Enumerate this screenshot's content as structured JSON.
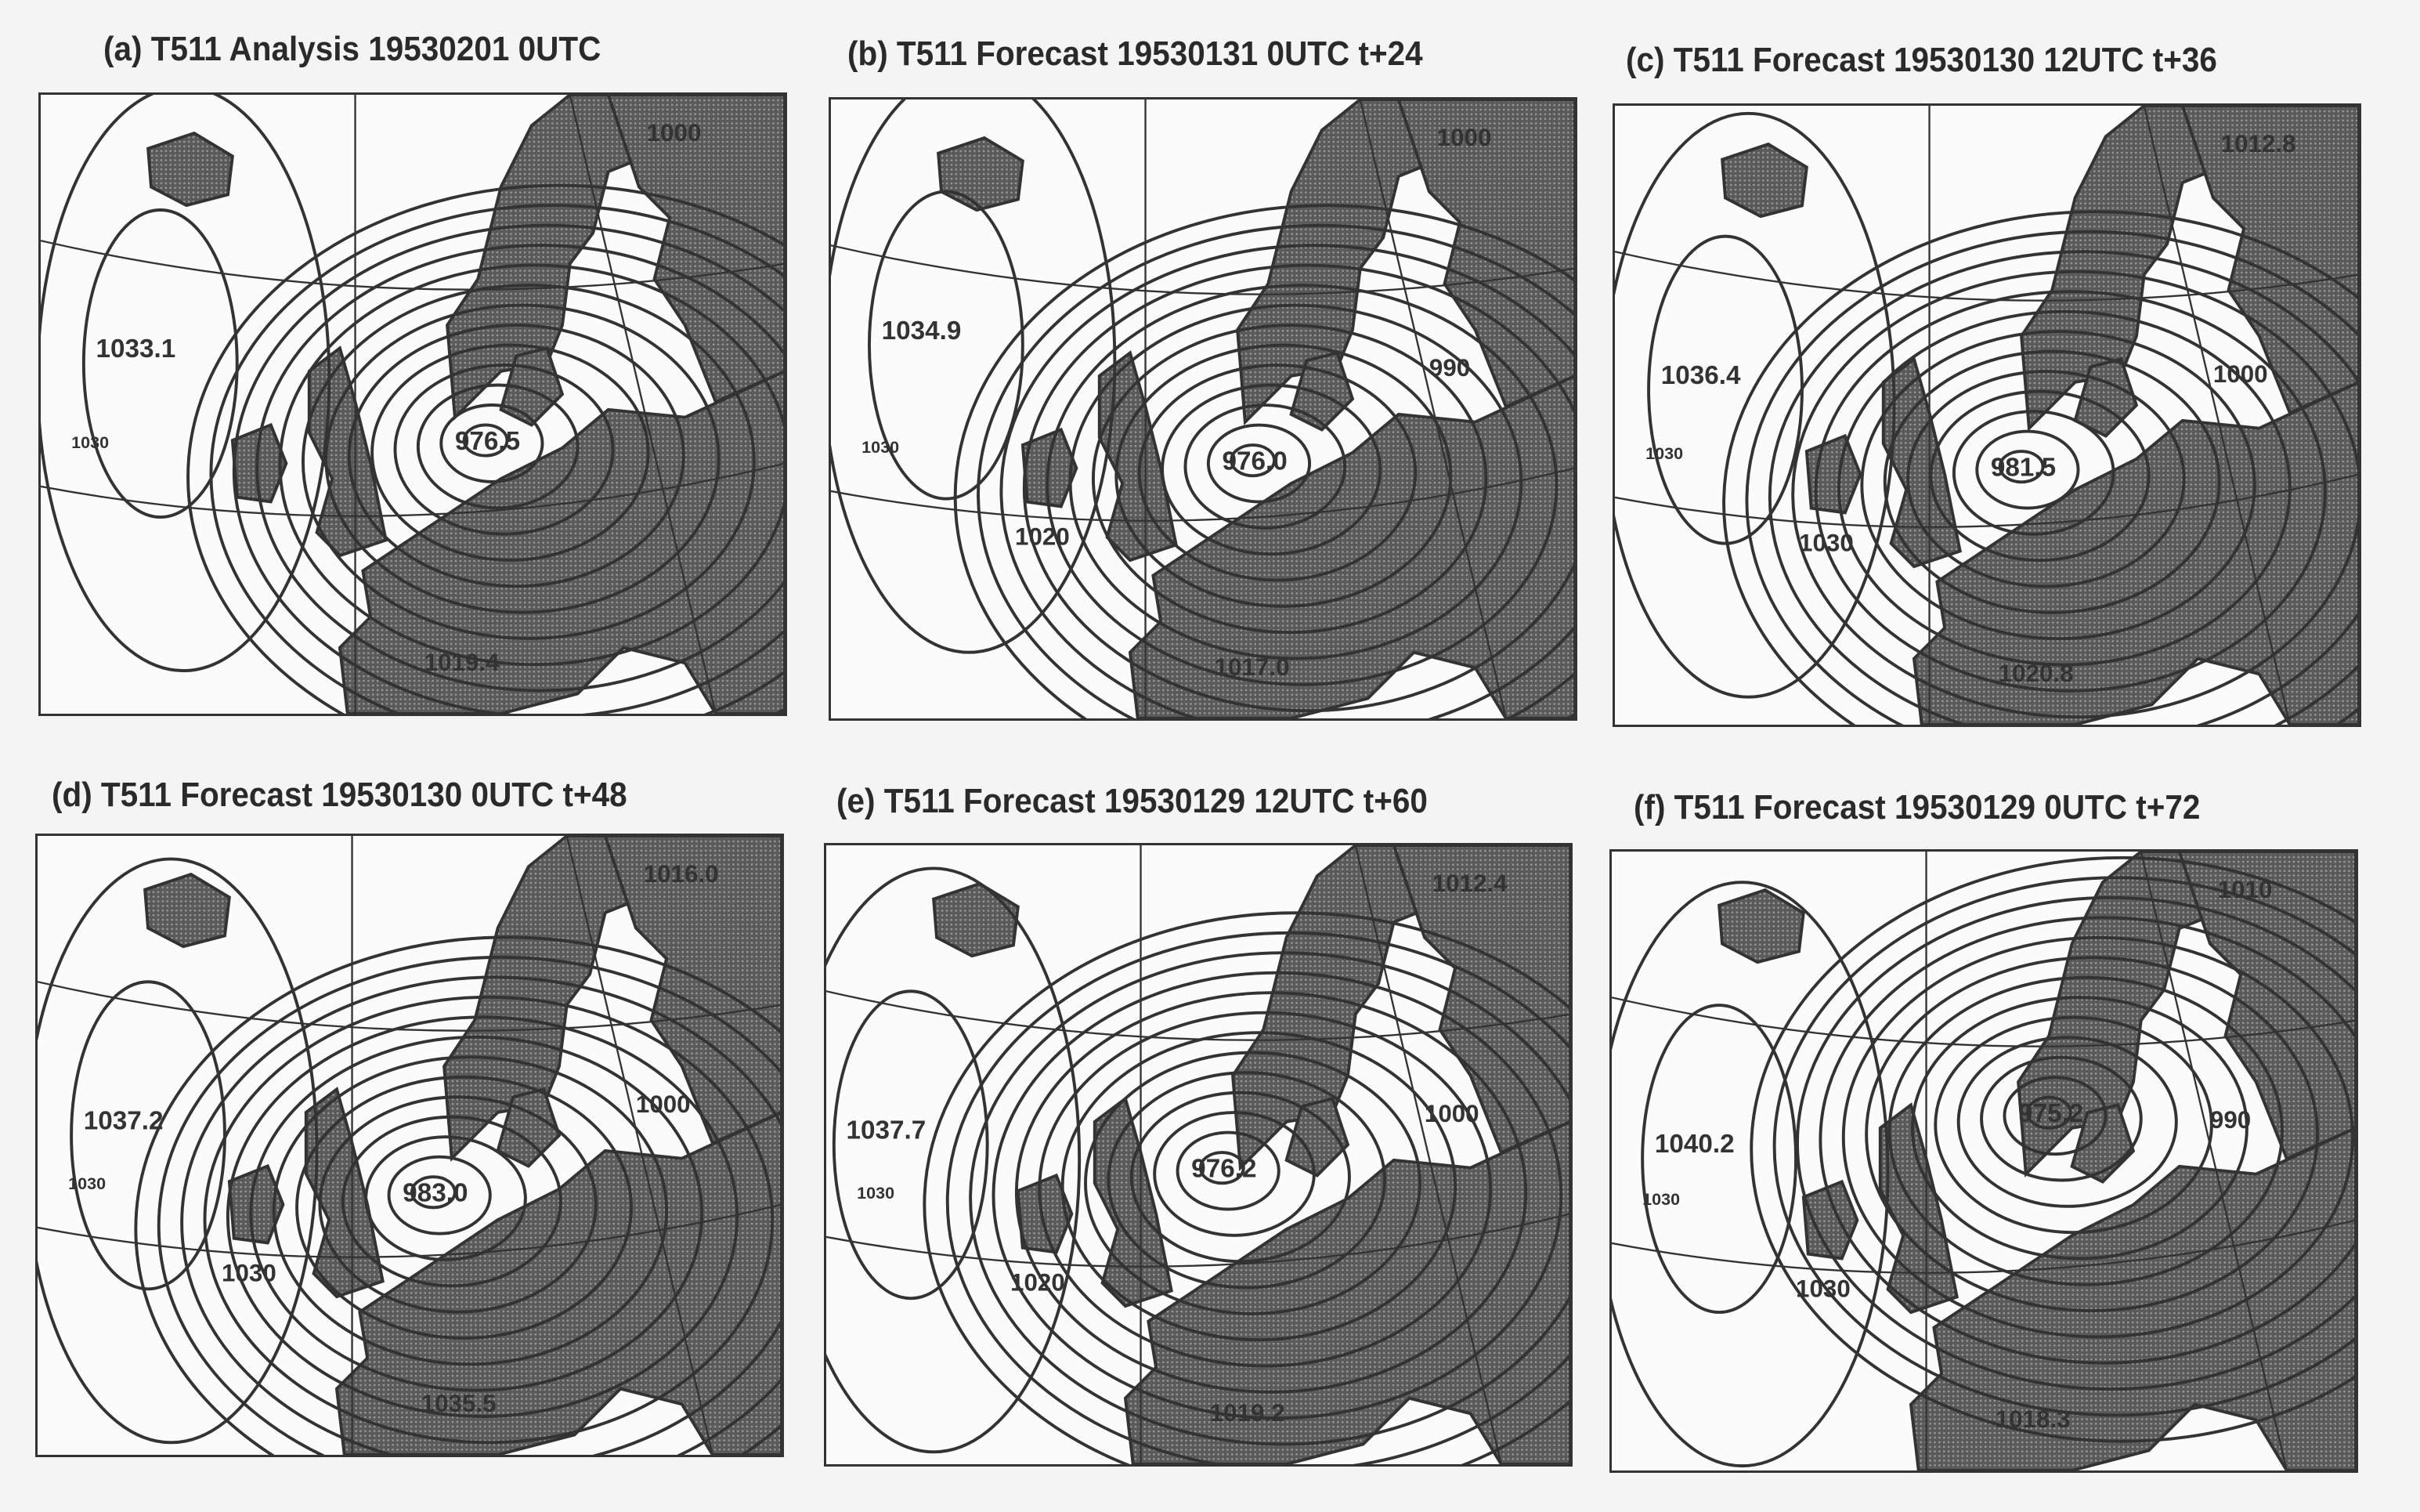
{
  "figure": {
    "panels": [
      {
        "id": "a",
        "title": "(a) T511 Analysis 19530201 0UTC",
        "low": "976.5",
        "high": "1033.1",
        "labels": [
          "1030",
          "1019.4",
          "1000"
        ],
        "low_pos": [
          290,
          225
        ],
        "high_pos": [
          68,
          165
        ]
      },
      {
        "id": "b",
        "title": "(b) T511 Forecast 19530131 0UTC t+24",
        "low": "976.0",
        "high": "1034.9",
        "labels": [
          "1030",
          "1017.0",
          "1000",
          "990",
          "1020"
        ],
        "low_pos": [
          275,
          235
        ],
        "high_pos": [
          65,
          150
        ]
      },
      {
        "id": "c",
        "title": "(c) T511 Forecast 19530130 12UTC t+36",
        "low": "981.5",
        "high": "1036.4",
        "labels": [
          "1030",
          "1020.8",
          "1012.8",
          "1000",
          "1030"
        ],
        "low_pos": [
          265,
          235
        ],
        "high_pos": [
          62,
          175
        ]
      },
      {
        "id": "d",
        "title": "(d) T511 Forecast 19530130 0UTC t+48",
        "low": "983.0",
        "high": "1037.2",
        "labels": [
          "1030",
          "1035.5",
          "1016.0",
          "1000",
          "1030"
        ],
        "low_pos": [
          258,
          232
        ],
        "high_pos": [
          62,
          185
        ]
      },
      {
        "id": "e",
        "title": "(e) T511 Forecast 19530129 12UTC t+60",
        "low": "976.2",
        "high": "1037.7",
        "labels": [
          "1030",
          "1019.2",
          "1012.4",
          "1000",
          "1020"
        ],
        "low_pos": [
          258,
          210
        ],
        "high_pos": [
          45,
          185
        ]
      },
      {
        "id": "f",
        "title": "(f) T511 Forecast 19530129 0UTC t+72",
        "low": "975.2",
        "high": "1040.2",
        "labels": [
          "1030",
          "1018.3",
          "1010",
          "990",
          "1030"
        ],
        "low_pos": [
          285,
          170
        ],
        "high_pos": [
          60,
          190
        ]
      }
    ],
    "colors": {
      "land": "#5a5a5a",
      "sea": "#fbfbfb",
      "line": "#333333"
    }
  }
}
